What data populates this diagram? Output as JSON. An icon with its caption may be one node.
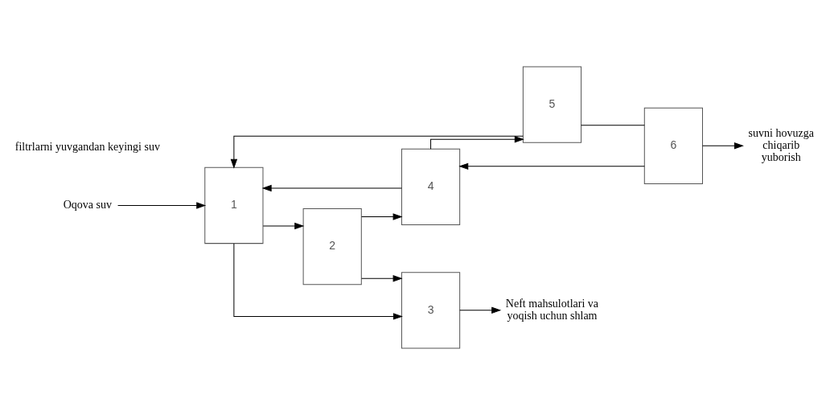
{
  "diagram": {
    "nodes": [
      {
        "text": [
          "Oqova suv"
        ]
      },
      {
        "text": [
          "1"
        ]
      },
      {
        "text": [
          "2"
        ]
      },
      {
        "text": [
          "4"
        ]
      },
      {
        "text": [
          "5"
        ]
      },
      {
        "text": [
          "6"
        ]
      },
      {
        "text": [
          "suvni hovuzga chiqarib yuborish"
        ]
      },
      {
        "text": [
          "3"
        ]
      },
      {
        "text": [
          "Neft mahsulotlari va yoqish uchun shlam"
        ]
      }
    ],
    "edges": [
      {
        "from": 0,
        "to": 1,
        "arrow": "to"
      },
      {
        "from": 1,
        "to": 2,
        "arrow": "to"
      },
      {
        "from": 2,
        "to": 7,
        "arrow": "to"
      },
      {
        "from": 1,
        "to": 7,
        "arrow": "to"
      },
      {
        "from": 2,
        "to": 3,
        "arrow": "to"
      },
      {
        "from": 3,
        "to": 4,
        "arrow": "to"
      },
      {
        "from": 4,
        "to": 5,
        "arrow": "none"
      },
      {
        "from": 5,
        "to": 6,
        "arrow": "to"
      },
      {
        "from": 5,
        "to": 3,
        "arrow": "to"
      },
      {
        "from": 7,
        "to": 8,
        "arrow": "to"
      },
      {
        "from": 3,
        "to": 1,
        "arrow": "to"
      },
      {
        "from": 4,
        "to": 1,
        "arrow": "to"
      }
    ],
    "labels": [
      "filtrlarni yuvgandan keyingi suv"
    ]
  }
}
